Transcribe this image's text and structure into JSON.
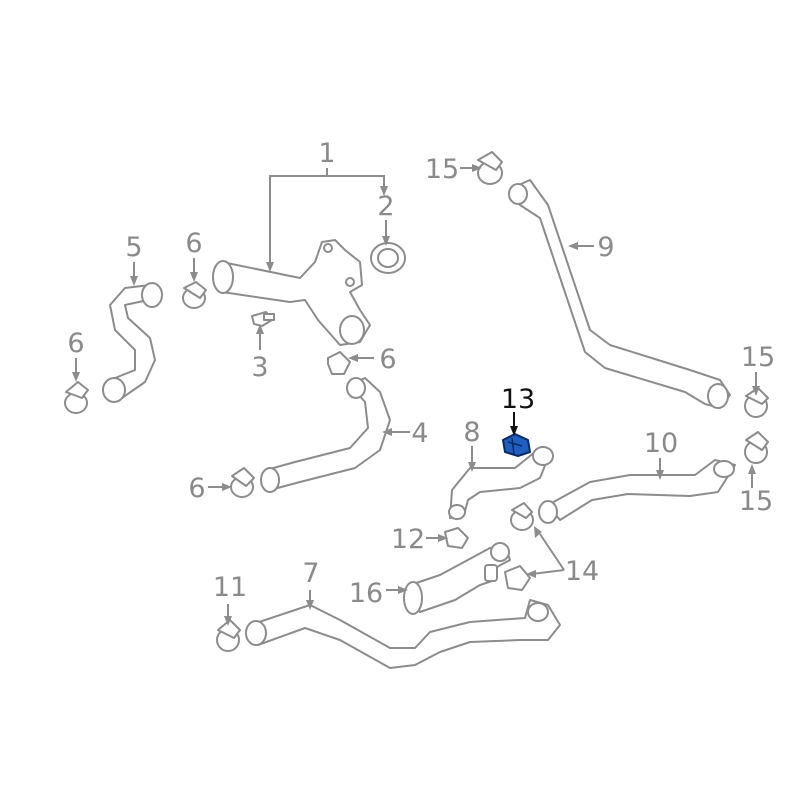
{
  "colors": {
    "line": "#8c8c8c",
    "label": "#8a8a8a",
    "highlight_part": "#1f5fbf",
    "highlight_label": "#111111"
  },
  "highlighted_part": "13",
  "labels": {
    "l1": "1",
    "l2": "2",
    "l3": "3",
    "l4": "4",
    "l5": "5",
    "l6a": "6",
    "l6b": "6",
    "l6c": "6",
    "l6d": "6",
    "l7": "7",
    "l8": "8",
    "l9": "9",
    "l10": "10",
    "l11": "11",
    "l12": "12",
    "l13": "13",
    "l14": "14",
    "l15a": "15",
    "l15b": "15",
    "l15c": "15",
    "l16": "16"
  }
}
